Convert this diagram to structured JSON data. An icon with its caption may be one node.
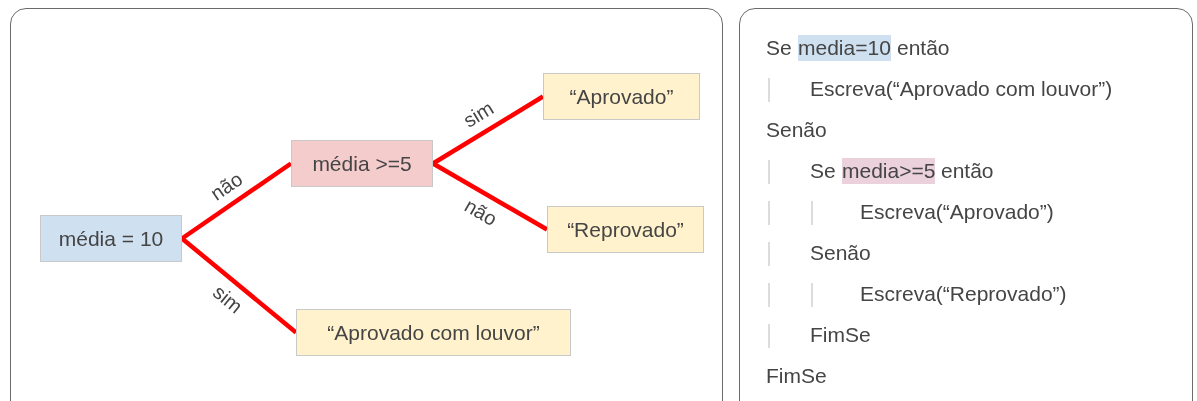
{
  "diagram": {
    "nodes": [
      {
        "text": [
          "média = 10"
        ]
      },
      {
        "text": [
          "média >=5"
        ]
      },
      {
        "text": [
          "“Aprovado”"
        ]
      },
      {
        "text": [
          "“Reprovado”"
        ]
      },
      {
        "text": [
          "“Aprovado com louvor”"
        ]
      }
    ],
    "edges": [
      {
        "from": 0,
        "to": 1,
        "arrow": "none",
        "label": "não"
      },
      {
        "from": 0,
        "to": 4,
        "arrow": "none",
        "label": "sim"
      },
      {
        "from": 1,
        "to": 2,
        "arrow": "none",
        "label": "sim"
      },
      {
        "from": 1,
        "to": 3,
        "arrow": "none",
        "label": "não"
      }
    ],
    "labels": [
      "Se",
      "media=10",
      "então",
      "Escreva(“Aprovado com louvor”)",
      "Senão",
      "Se",
      "media>=5",
      "então",
      "Escreva(“Aprovado”)",
      "Senão",
      "Escreva(“Reprovado”)",
      "FimSe",
      "FimSe"
    ]
  }
}
